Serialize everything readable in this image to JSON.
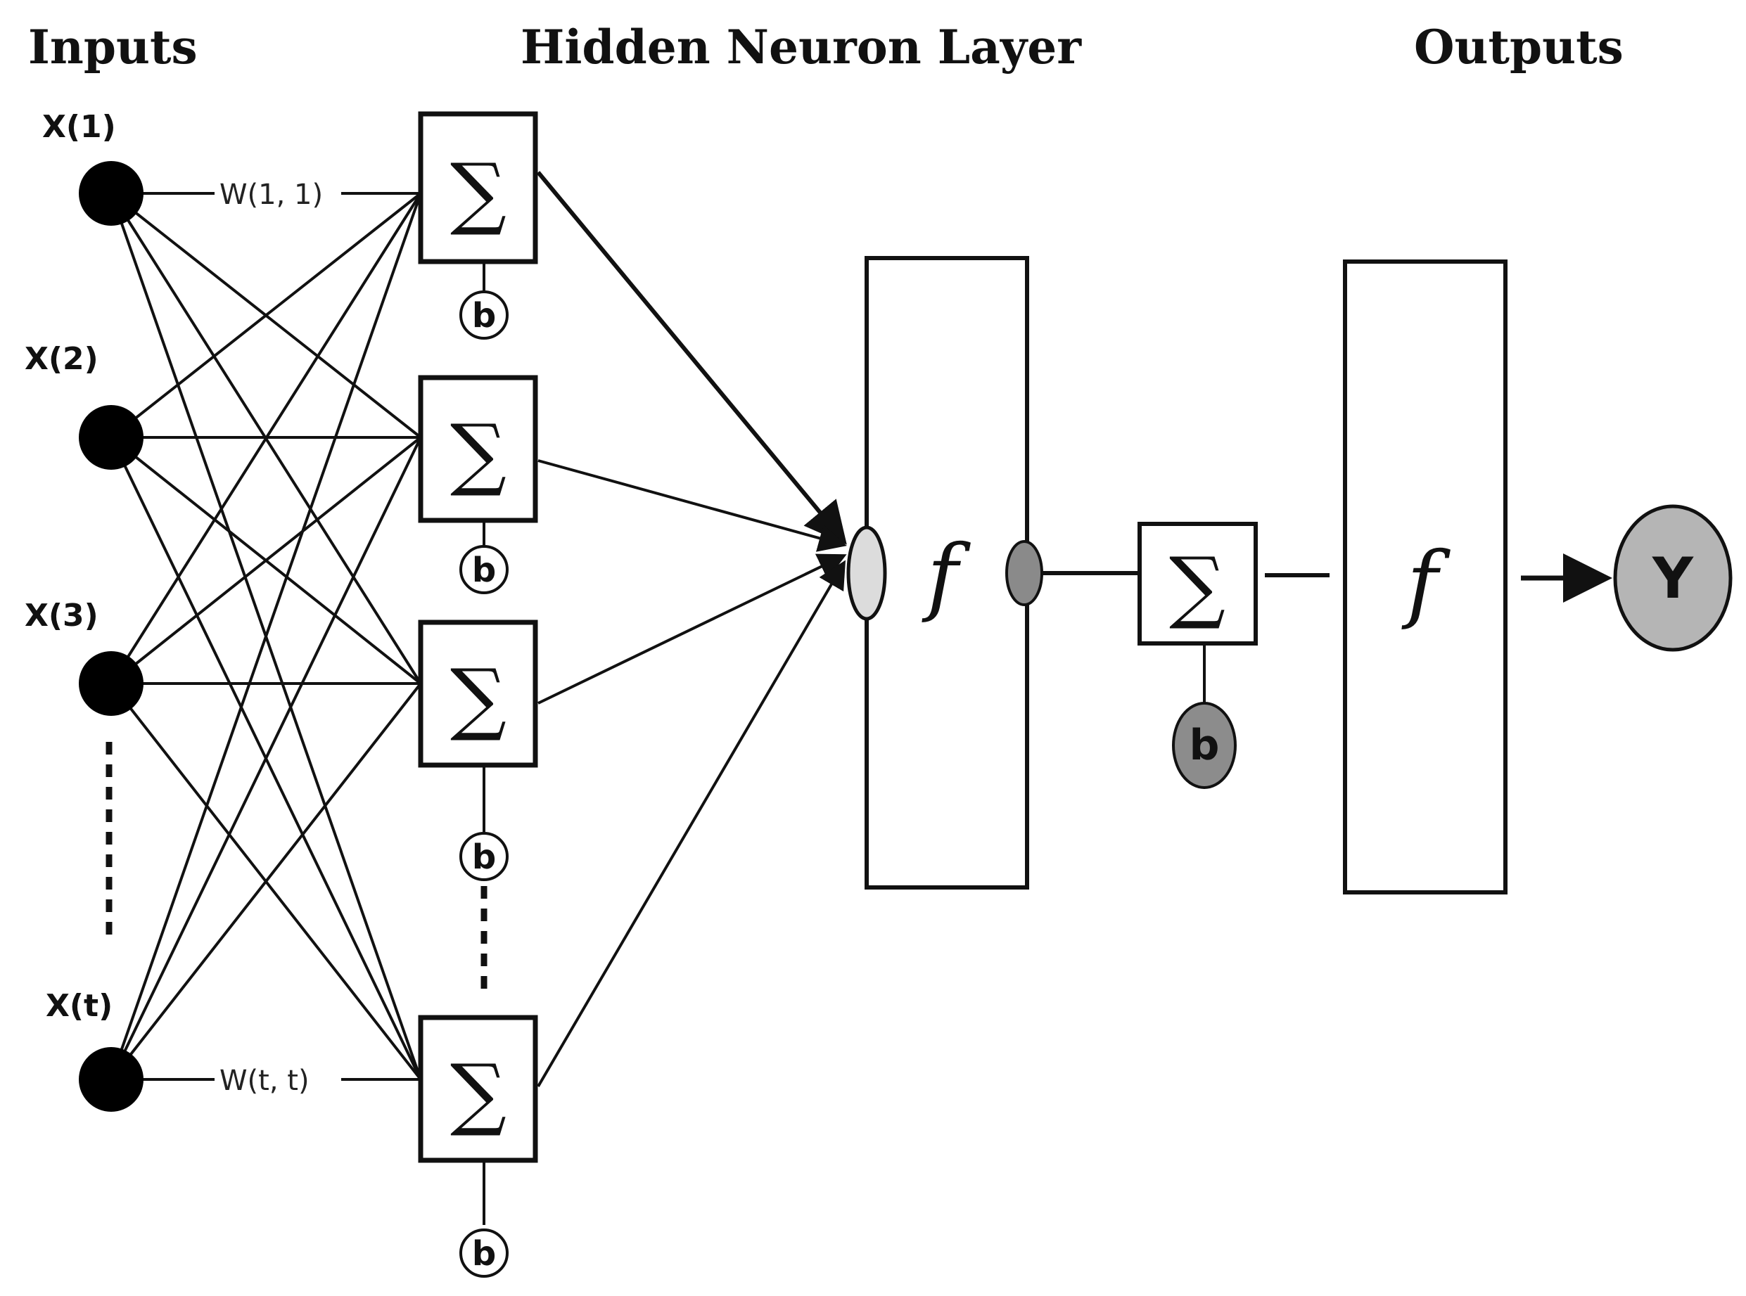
{
  "headers": {
    "inputs": "Inputs",
    "hidden": "Hidden Neuron Layer",
    "outputs": "Outputs"
  },
  "inputs": [
    "X(1)",
    "X(2)",
    "X(3)",
    "X(t)"
  ],
  "weights": {
    "first": "W(1, 1)",
    "last": "W(t, t)"
  },
  "summation_symbol": "∑",
  "bias_label": "b",
  "activation_label": "f",
  "output_label": "Y",
  "colors": {
    "stroke": "#111111",
    "input_node": "#000000",
    "bias_gray": "#8c8c8c",
    "output_fill": "#b5b5b5",
    "ellipse_light": "#dcdcdc",
    "ellipse_dark": "#8a8a8a"
  }
}
